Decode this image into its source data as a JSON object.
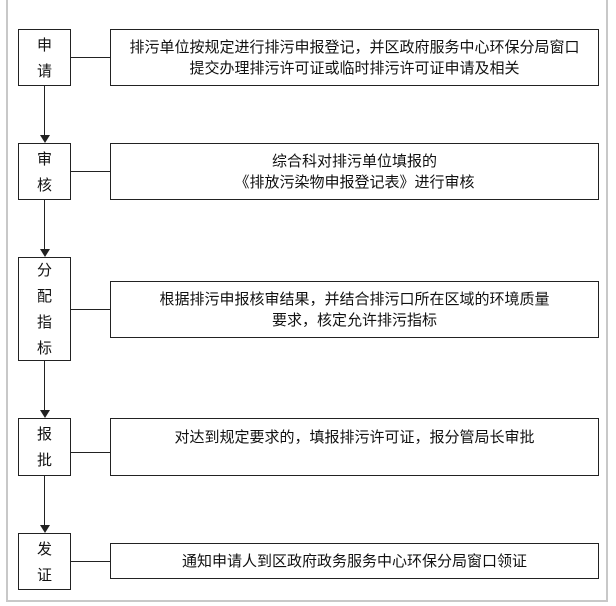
{
  "steps": [
    {
      "label": "申请",
      "description": "排污单位按规定进行排污申报登记，并区政府服务中心环保分局窗口提交办理排污许可证或临时排污许可证申请及相关"
    },
    {
      "label": "审核",
      "description_lines": [
        "综合科对排污单位填报的",
        "《排放污染物申报登记表》进行审核"
      ]
    },
    {
      "label": "分配指标",
      "description_lines": [
        "根据排污申报核审结果，并结合排污口所在区域的环境质量",
        "要求，核定允许排污指标"
      ]
    },
    {
      "label": "报批",
      "description": "对达到规定要求的，填报排污许可证，报分管局长审批"
    },
    {
      "label": "发证",
      "description": "通知申请人到区政府政务服务中心环保分局窗口领证"
    }
  ]
}
